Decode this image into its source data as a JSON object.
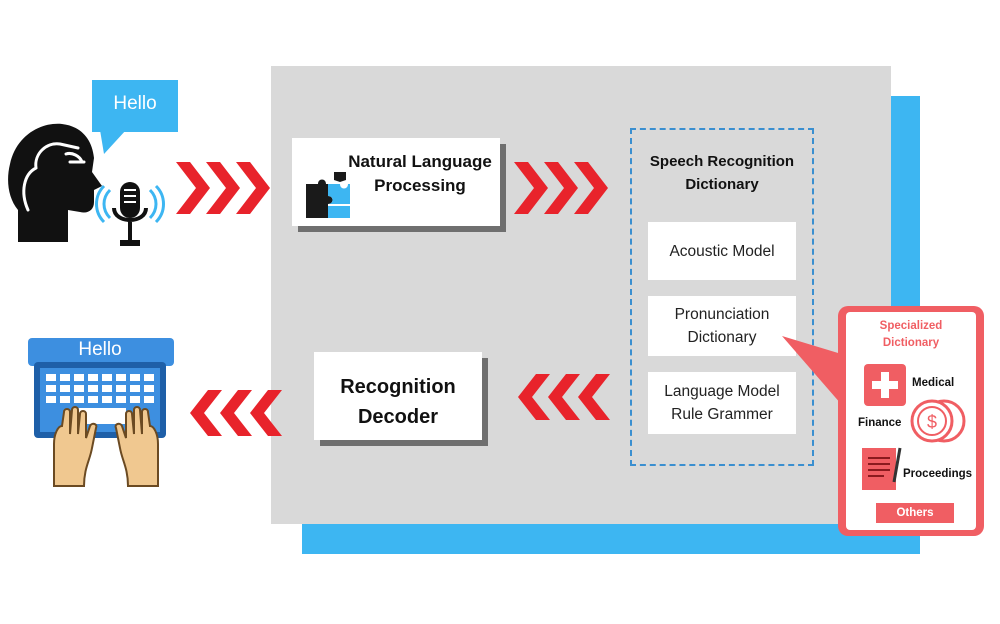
{
  "speech_bubble": {
    "text": "Hello"
  },
  "laptop": {
    "screen_text": "Hello"
  },
  "nlp_box": {
    "line1": "Natural Language",
    "line2": "Processing"
  },
  "decoder_box": {
    "line1": "Recognition",
    "line2": "Decoder"
  },
  "dictionary": {
    "title_line1": "Speech Recognition",
    "title_line2": "Dictionary",
    "items": [
      {
        "lines": [
          "Acoustic Model"
        ]
      },
      {
        "lines": [
          "Pronunciation",
          "Dictionary"
        ]
      },
      {
        "lines": [
          "Language Model",
          "Rule Grammer"
        ]
      }
    ]
  },
  "specialized": {
    "title_line1": "Specialized",
    "title_line2": "Dictionary",
    "medical": "Medical",
    "finance": "Finance",
    "proceedings": "Proceedings",
    "others": "Others"
  },
  "icons": [
    "person-head-icon",
    "microphone-icon",
    "puzzle-icon",
    "laptop-icon",
    "hands-icon",
    "medical-cross-icon",
    "dollar-coin-icon",
    "document-pen-icon",
    "chevron-arrows-icon"
  ],
  "colors": {
    "accent_blue": "#3db6f2",
    "panel_gray": "#d9d9d9",
    "arrow_red": "#e8232b",
    "coral": "#f05e63",
    "dashed_border": "#3a8fd0"
  }
}
